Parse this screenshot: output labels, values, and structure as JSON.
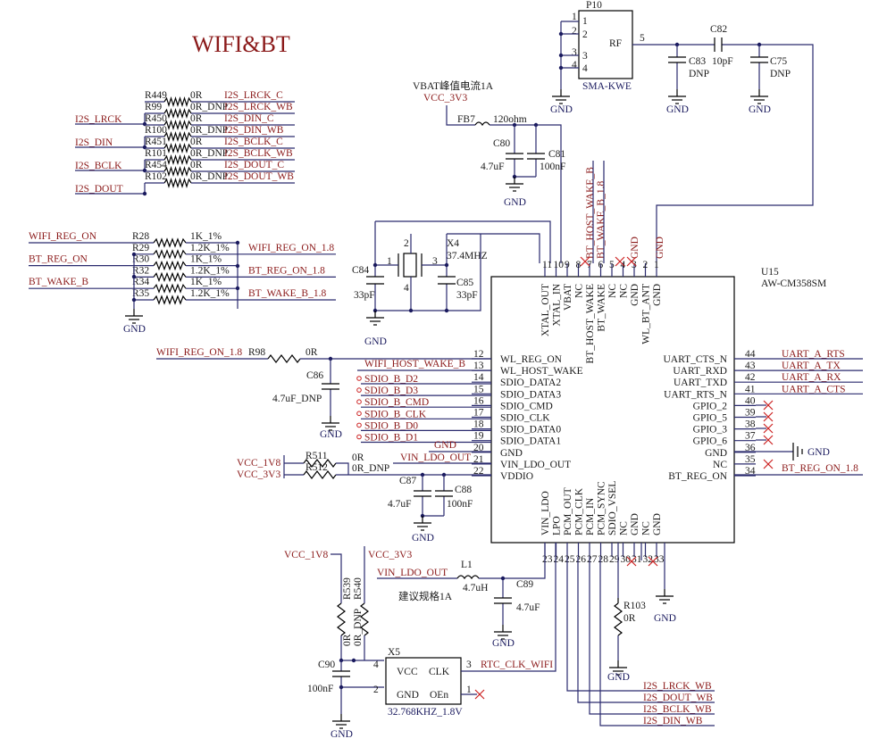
{
  "title": "WIFI&BT",
  "u15": {
    "ref": "U15",
    "part": "AW-CM358SM",
    "left_pins": [
      {
        "num": "12",
        "name": "WL_REG_ON"
      },
      {
        "num": "13",
        "name": "WL_HOST_WAKE"
      },
      {
        "num": "14",
        "name": "SDIO_DATA2"
      },
      {
        "num": "15",
        "name": "SDIO_DATA3"
      },
      {
        "num": "16",
        "name": "SDIO_CMD"
      },
      {
        "num": "17",
        "name": "SDIO_CLK"
      },
      {
        "num": "18",
        "name": "SDIO_DATA0"
      },
      {
        "num": "19",
        "name": "SDIO_DATA1"
      },
      {
        "num": "20",
        "name": "GND"
      },
      {
        "num": "21",
        "name": "VIN_LDO_OUT"
      },
      {
        "num": "22",
        "name": "VDDIO"
      }
    ],
    "right_pins": [
      {
        "num": "44",
        "name": "UART_CTS_N"
      },
      {
        "num": "43",
        "name": "UART_RXD"
      },
      {
        "num": "42",
        "name": "UART_TXD"
      },
      {
        "num": "41",
        "name": "UART_RTS_N"
      },
      {
        "num": "40",
        "name": "GPIO_2"
      },
      {
        "num": "39",
        "name": "GPIO_5"
      },
      {
        "num": "38",
        "name": "GPIO_3"
      },
      {
        "num": "37",
        "name": "GPIO_6"
      },
      {
        "num": "36",
        "name": "GND"
      },
      {
        "num": "35",
        "name": "NC"
      },
      {
        "num": "34",
        "name": "BT_REG_ON"
      }
    ],
    "top_pins": [
      {
        "num": "11",
        "name": "XTAL_OUT"
      },
      {
        "num": "10",
        "name": "XTAL_IN"
      },
      {
        "num": "9",
        "name": "VBAT"
      },
      {
        "num": "8",
        "name": "NC"
      },
      {
        "num": "7",
        "name": "BT_HOST_WAKE"
      },
      {
        "num": "6",
        "name": "BT_WAKE"
      },
      {
        "num": "5",
        "name": "NC"
      },
      {
        "num": "4",
        "name": "NC"
      },
      {
        "num": "3",
        "name": "GND"
      },
      {
        "num": "2",
        "name": "WL_BT_ANT"
      },
      {
        "num": "1",
        "name": "GND"
      }
    ],
    "bottom_pins": [
      {
        "num": "23",
        "name": "VIN_LDO"
      },
      {
        "num": "24",
        "name": "LPO"
      },
      {
        "num": "25",
        "name": "PCM_OUT"
      },
      {
        "num": "26",
        "name": "PCM_CLK"
      },
      {
        "num": "27",
        "name": "PCM_IN"
      },
      {
        "num": "28",
        "name": "PCM_SYNC"
      },
      {
        "num": "29",
        "name": "SDIO_VSEL"
      },
      {
        "num": "30",
        "name": "NC"
      },
      {
        "num": "31",
        "name": "GND"
      },
      {
        "num": "32",
        "name": "NC"
      },
      {
        "num": "33",
        "name": "GND"
      }
    ]
  },
  "i2s_block": {
    "rows": [
      {
        "ref": "R449",
        "val": "0R",
        "net_left": "",
        "net_right": "I2S_LRCK_C"
      },
      {
        "ref": "R99",
        "val": "0R_DNP",
        "net_left": "I2S_LRCK",
        "net_right": "I2S_LRCK_WB"
      },
      {
        "ref": "R450",
        "val": "0R",
        "net_left": "",
        "net_right": "I2S_DIN_C"
      },
      {
        "ref": "R100",
        "val": "0R_DNP",
        "net_left": "I2S_DIN",
        "net_right": "I2S_DIN_WB"
      },
      {
        "ref": "R451",
        "val": "0R",
        "net_left": "",
        "net_right": "I2S_BCLK_C"
      },
      {
        "ref": "R101",
        "val": "0R_DNP",
        "net_left": "I2S_BCLK",
        "net_right": "I2S_BCLK_WB"
      },
      {
        "ref": "R454",
        "val": "0R",
        "net_left": "",
        "net_right": "I2S_DOUT_C"
      },
      {
        "ref": "R102",
        "val": "0R_DNP",
        "net_left": "I2S_DOUT",
        "net_right": "I2S_DOUT_WB"
      }
    ]
  },
  "reg_block": {
    "rows": [
      {
        "ref": "R28",
        "val": "1K_1%",
        "net_left": "WIFI_REG_ON",
        "net_right": ""
      },
      {
        "ref": "R29",
        "val": "1.2K_1%",
        "net_left": "",
        "net_right": "WIFI_REG_ON_1.8"
      },
      {
        "ref": "R30",
        "val": "1K_1%",
        "net_left": "BT_REG_ON",
        "net_right": ""
      },
      {
        "ref": "R32",
        "val": "1.2K_1%",
        "net_left": "",
        "net_right": "BT_REG_ON_1.8"
      },
      {
        "ref": "R34",
        "val": "1K_1%",
        "net_left": "BT_WAKE_B",
        "net_right": ""
      },
      {
        "ref": "R35",
        "val": "1.2K_1%",
        "net_left": "",
        "net_right": "BT_WAKE_B_1.8"
      }
    ],
    "gnd": "GND"
  },
  "ant": {
    "p10_ref": "P10",
    "p10_part": "SMA-KWE",
    "rf": "RF",
    "p10_pins": [
      "1",
      "2",
      "3",
      "4"
    ],
    "pin5": "5",
    "c83": "C83",
    "c83_val": "DNP",
    "c82": "C82",
    "c82_val": "10pF",
    "c75": "C75",
    "c75_val": "DNP",
    "gnd": "GND"
  },
  "vbat": {
    "note": "VBAT峰值电流1A",
    "rail": "VCC_3V3",
    "fb": "FB7",
    "fb_val": "120ohm",
    "c80": "C80",
    "c80_val": "4.7uF",
    "c81": "C81",
    "c81_val": "100nF",
    "gnd": "GND"
  },
  "xtal": {
    "ref": "X4",
    "val": "37.4MHZ",
    "p1": "1",
    "p2": "2",
    "p3": "3",
    "p4": "4",
    "c84": "C84",
    "c84_val": "33pF",
    "c85": "C85",
    "c85_val": "33pF",
    "gnd": "GND"
  },
  "top_nets": {
    "bt_host_wake_b": "BT_HOST_WAKE_B",
    "bt_wake_b_18": "BT_WAKE_B_1.8",
    "gnd1": "GND",
    "gnd2": "GND"
  },
  "left_nets": {
    "wifi_reg": "WIFI_REG_ON_1.8",
    "r98": "R98",
    "r98_val": "0R",
    "c86": "C86",
    "c86_val": "4.7uF_DNP",
    "wifi_host_wake": "WIFI_HOST_WAKE_B",
    "sdio": [
      "SDIO_B_D2",
      "SDIO_B_D3",
      "SDIO_B_CMD",
      "SDIO_B_CLK",
      "SDIO_B_D0",
      "SDIO_B_D1"
    ],
    "gnd20": "GND",
    "gnd": "GND"
  },
  "right_nets": {
    "uart": [
      "UART_A_RTS",
      "UART_A_TX",
      "UART_A_RX",
      "UART_A_CTS"
    ],
    "gnd36": "GND",
    "bt_reg": "BT_REG_ON_1.8"
  },
  "vddio": {
    "vcc1v8": "VCC_1V8",
    "vcc3v3": "VCC_3V3",
    "r511": "R511",
    "r511_val": "0R",
    "r512": "R512",
    "r512_val": "0R_DNP",
    "vin_ldo_out": "VIN_LDO_OUT",
    "c87": "C87",
    "c87_val": "4.7uF",
    "c88": "C88",
    "c88_val": "100nF",
    "gnd": "GND"
  },
  "bottom": {
    "vcc1v8": "VCC_1V8",
    "vcc3v3": "VCC_3V3",
    "r539": "R539",
    "r540": "R540",
    "r539_val": "0R",
    "r540_val": "0R_DNP",
    "vin_ldo_out": "VIN_LDO_OUT",
    "l1": "L1",
    "l1_val": "4.7uH",
    "l1_note": "建议规格1A",
    "c89": "C89",
    "c89_val": "4.7uF",
    "r103": "R103",
    "r103_val": "0R",
    "c90": "C90",
    "c90_val": "100nF",
    "x5": "X5",
    "x5_val": "32.768KHZ_1.8V",
    "x5_vcc": "VCC",
    "x5_clk": "CLK",
    "x5_gnd": "GND",
    "x5_oen": "OEn",
    "x5_p1": "1",
    "x5_p2": "2",
    "x5_p3": "3",
    "x5_p4": "4",
    "rtc": "RTC_CLK_WIFI",
    "i2s_nets": [
      "I2S_LRCK_WB",
      "I2S_DOUT_WB",
      "I2S_BCLK_WB",
      "I2S_DIN_WB"
    ],
    "gnd": "GND"
  }
}
